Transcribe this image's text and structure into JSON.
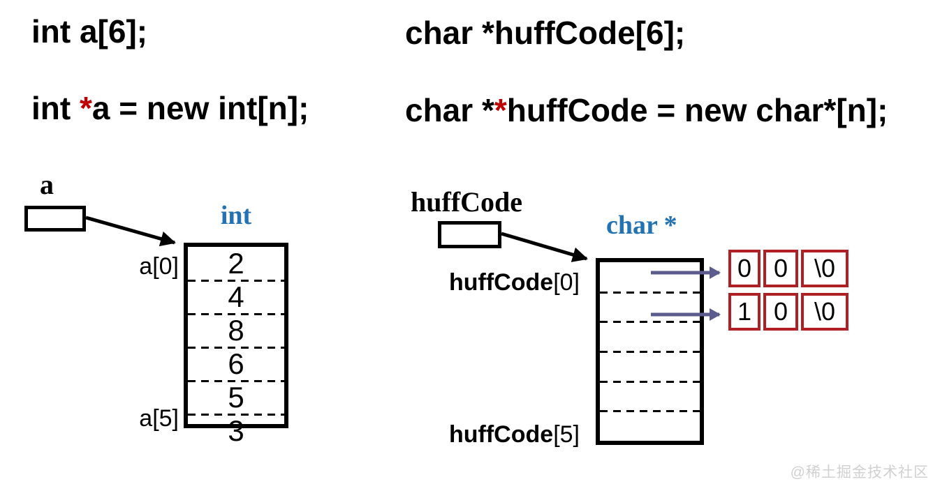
{
  "code": {
    "left_line1": "int a[6];",
    "left_line2_pre": "int ",
    "left_line2_star": "*",
    "left_line2_post": "a = new int[n];",
    "right_line1": "char *huffCode[6];",
    "right_line2_pre": "char *",
    "right_line2_star": "*",
    "right_line2_post": "huffCode = new char*[n];"
  },
  "left_diagram": {
    "pointer_label": "a",
    "type_label": "int",
    "index_top": "a[0]",
    "index_bottom": "a[5]",
    "values": [
      "2",
      "4",
      "8",
      "6",
      "5",
      "3"
    ]
  },
  "right_diagram": {
    "pointer_label": "huffCode",
    "type_label": "char *",
    "index_top_name": "huffCode",
    "index_top_index": "[0]",
    "index_bottom_name": "huffCode",
    "index_bottom_index": "[5]",
    "strings": [
      {
        "cells": [
          "0",
          "0",
          "\\0"
        ]
      },
      {
        "cells": [
          "1",
          "0",
          "\\0"
        ]
      }
    ]
  },
  "watermark": "@稀土掘金技术社区",
  "colors": {
    "accent_blue": "#2272B4",
    "star_red": "#C00000",
    "cell_border_red": "#AE2023",
    "arrow_purple": "#5B5B8D",
    "watermark_gray": "#D0D0D0"
  }
}
